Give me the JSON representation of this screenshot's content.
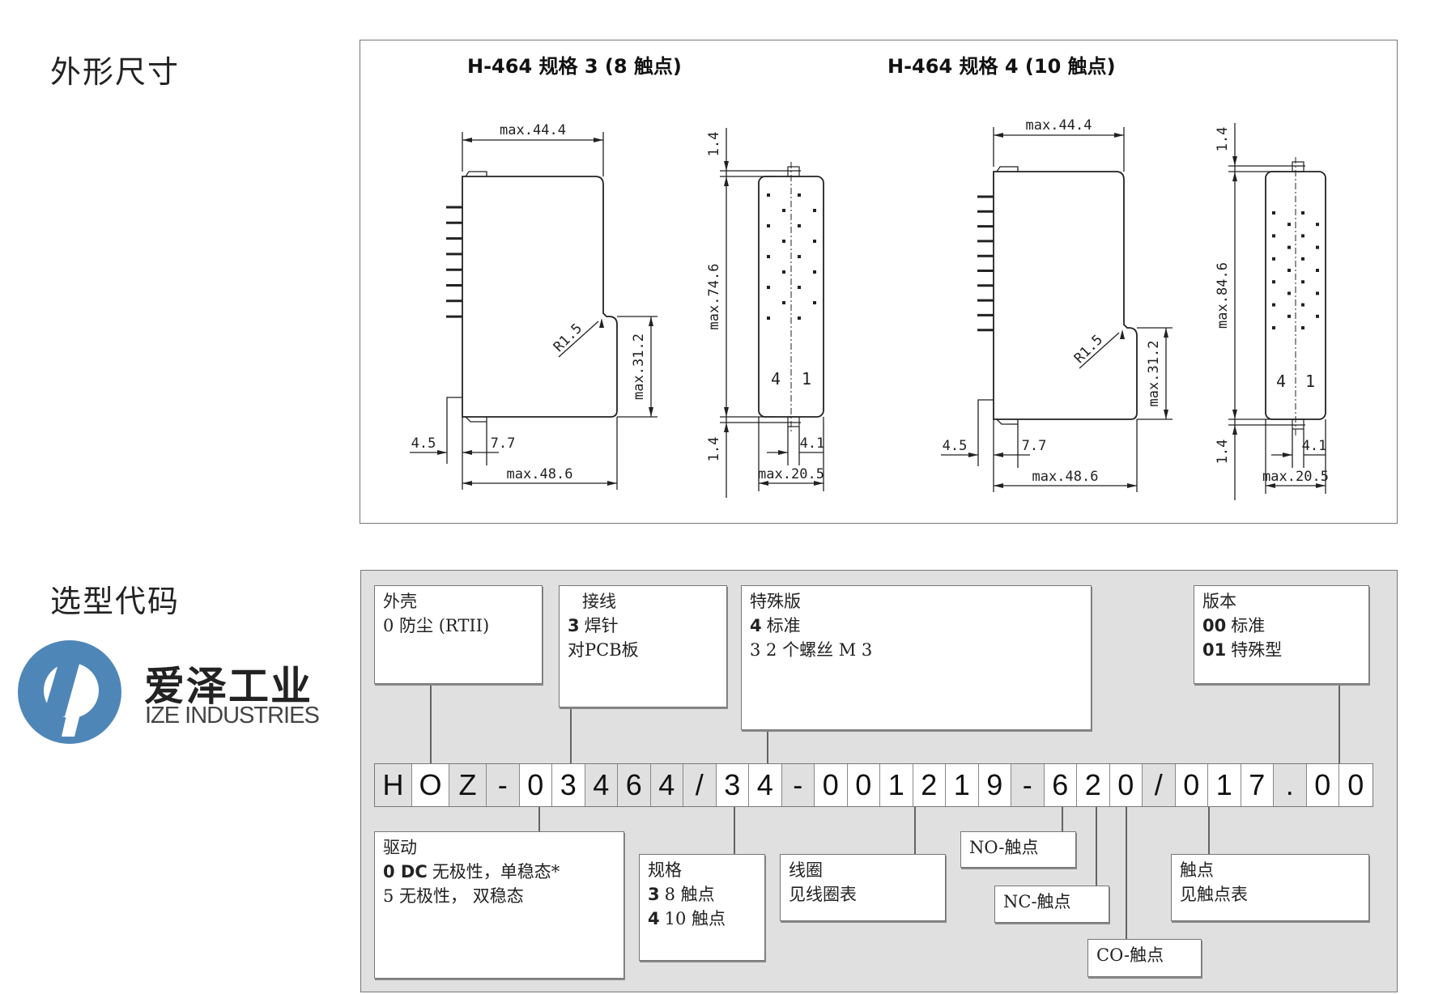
{
  "sections": {
    "dimensions_title": "外形尺寸",
    "code_title": "选型代码"
  },
  "logo": {
    "name_cn": "爱泽工业",
    "name_en": "IZE INDUSTRIES",
    "color": "#4f86b8"
  },
  "drawings": [
    {
      "title": "H-464 规格 3 (8 触点)",
      "dims": {
        "width_top": "max.44.4",
        "height_notch": "max.31.2",
        "pin_offset": "4.5",
        "tab": "7.7",
        "width_bottom": "max.48.6",
        "radius": "R1.5",
        "flange_top": "1.4",
        "height": "max.74.6",
        "flange_bottom": "1.4",
        "pin_side": "4.1",
        "depth": "max.20.5",
        "pin_left": "4",
        "pin_right": "1"
      }
    },
    {
      "title": "H-464 规格 4 (10 触点)",
      "dims": {
        "width_top": "max.44.4",
        "height_notch": "max.31.2",
        "pin_offset": "4.5",
        "tab": "7.7",
        "width_bottom": "max.48.6",
        "radius": "R1.5",
        "flange_top": "1.4",
        "height": "max.84.6",
        "flange_bottom": "1.4",
        "pin_side": "4.1",
        "depth": "max.20.5",
        "pin_left": "4",
        "pin_right": "1"
      }
    }
  ],
  "code": {
    "chars": [
      "H",
      "O",
      "Z",
      "-",
      "0",
      "3",
      "4",
      "6",
      "4",
      "/",
      "3",
      "4",
      "-",
      "0",
      "0",
      "1",
      "2",
      "1",
      "9",
      "-",
      "6",
      "2",
      "0",
      "/",
      "0",
      "1",
      "7",
      ".",
      "0",
      "0"
    ],
    "highlighted": [
      false,
      true,
      false,
      false,
      true,
      true,
      false,
      false,
      false,
      false,
      true,
      true,
      false,
      true,
      true,
      true,
      true,
      true,
      true,
      false,
      true,
      true,
      true,
      false,
      true,
      true,
      true,
      false,
      true,
      true
    ]
  },
  "boxes": {
    "housing": {
      "title": "外壳",
      "lines": [
        {
          "code": "",
          "text": "0 防尘 (RTII)"
        }
      ]
    },
    "wiring": {
      "title": "接线",
      "lines": [
        {
          "code": "3",
          "text": "焊针"
        },
        {
          "code": "",
          "text": "对PCB板"
        }
      ]
    },
    "special": {
      "title": "特殊版",
      "lines": [
        {
          "code": "4",
          "text": "标准"
        },
        {
          "code": "",
          "text": "3 2 个螺丝 M 3"
        }
      ]
    },
    "version": {
      "title": "版本",
      "lines": [
        {
          "code": "00",
          "text": "标准"
        },
        {
          "code": "01",
          "text": "特殊型"
        }
      ]
    },
    "drive": {
      "title": "驱动",
      "lines": [
        {
          "code": "0 DC",
          "text": "无极性，单稳态*"
        },
        {
          "code": "",
          "text": "5 无极性， 双稳态"
        }
      ]
    },
    "size": {
      "title": "规格",
      "lines": [
        {
          "code": "3",
          "text": "8 触点"
        },
        {
          "code": "4",
          "text": "10 触点"
        }
      ]
    },
    "coil": {
      "title": "线圈",
      "lines": [
        {
          "code": "",
          "text": "见线圈表"
        }
      ]
    },
    "no_contact": {
      "title": "NO-触点",
      "lines": []
    },
    "nc_contact": {
      "title": "NC-触点",
      "lines": []
    },
    "co_contact": {
      "title": "CO-触点",
      "lines": []
    },
    "contacts": {
      "title": "触点",
      "lines": [
        {
          "code": "",
          "text": "见触点表"
        }
      ]
    }
  }
}
